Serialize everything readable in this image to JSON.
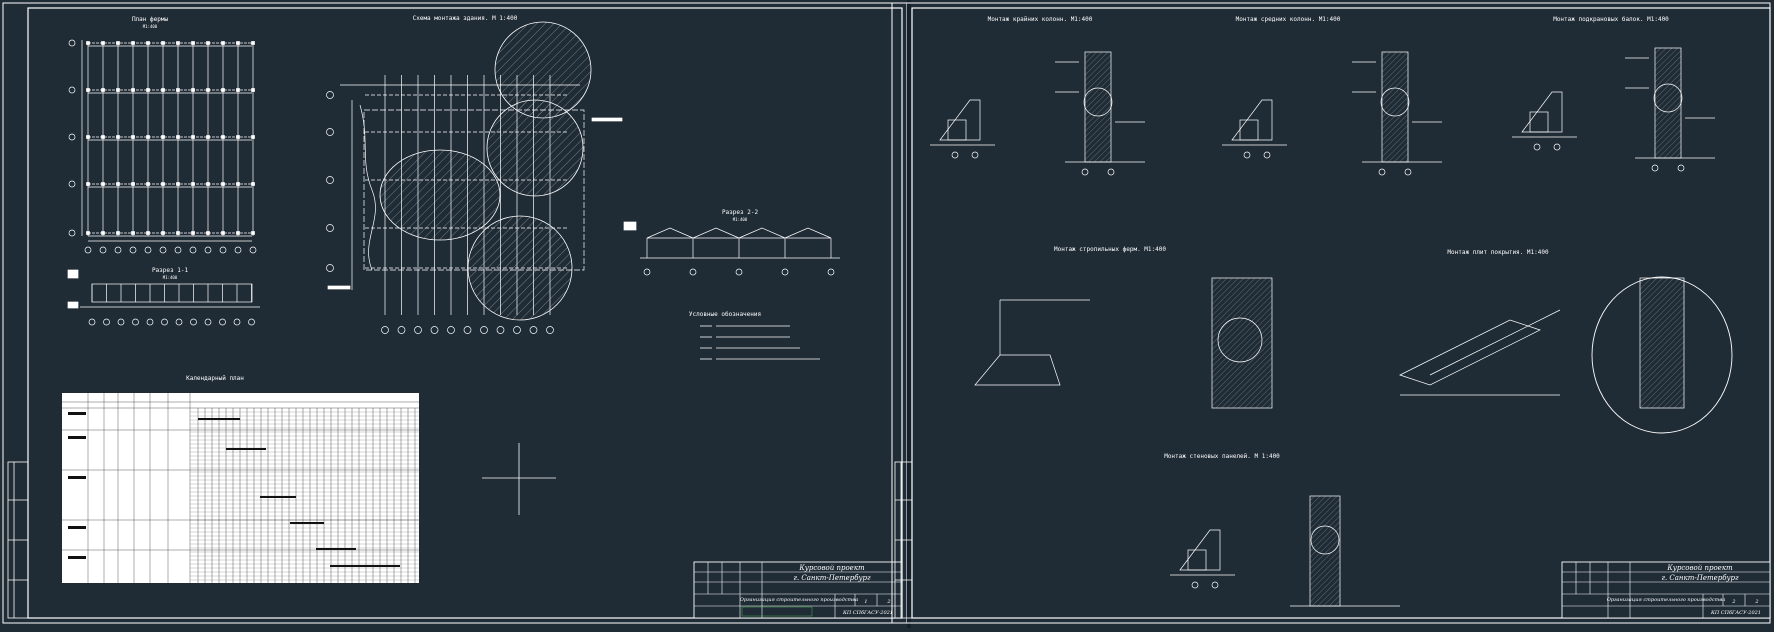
{
  "sheet1": {
    "plan_title": "План фермы",
    "plan_scale": "М1:400",
    "section11_title": "Разрез 1-1",
    "section11_scale": "М1:400",
    "layout_title": "Схема монтажа здания. М 1:400",
    "section22_title": "Разрез 2-2",
    "section22_scale": "М1:400",
    "legend_title": "Условные обозначения",
    "schedule_title": "Календарный план",
    "stamp": {
      "line1": "Курсовой проект",
      "line2": "г. Санкт-Петербург",
      "line3": "Организация строительного производства",
      "code": "КП СПбГАСУ-2021",
      "sheet": "1",
      "sheets": "2"
    }
  },
  "sheet2": {
    "detail1_title": "Монтаж крайних колонн. М1:400",
    "detail2_title": "Монтаж средних колонн. М1:400",
    "detail3_title": "Монтаж подкрановых балок. М1:400",
    "detail4_title": "Монтаж стропильных ферм. М1:400",
    "detail5_title": "Монтаж плит покрытия. М1:400",
    "detail6_title": "Монтаж стеновых панелей. М 1:400",
    "stamp": {
      "line1": "Курсовой проект",
      "line2": "г. Санкт-Петербург",
      "line3": "Организация строительного производства",
      "code": "КП СПбГАСУ-2021",
      "sheet": "2",
      "sheets": "2"
    }
  }
}
